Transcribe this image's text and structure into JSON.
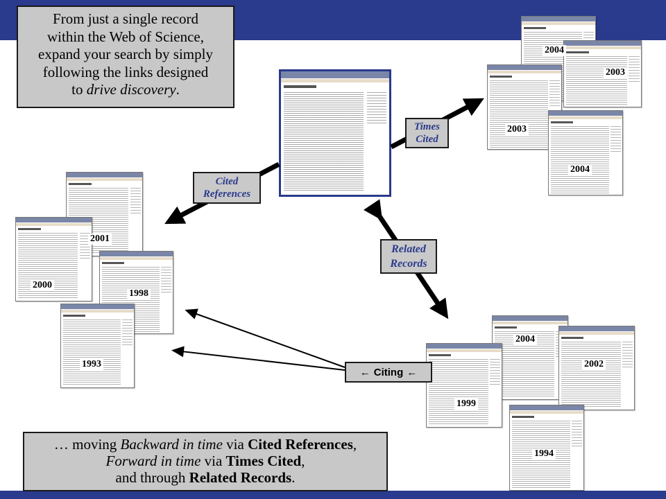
{
  "callouts": {
    "top": {
      "lines": [
        "From just a single record",
        "within the Web of Science,",
        "expand your search by simply",
        "following the links designed"
      ],
      "last_prefix": "to ",
      "last_italic": "drive discovery",
      "last_suffix": "."
    },
    "bottom": {
      "l1_prefix": "… moving ",
      "l1_italic": "Backward in time",
      "l1_mid": " via ",
      "l1_bold": "Cited References",
      "l1_suffix": ",",
      "l2_italic": "Forward in time",
      "l2_mid": " via ",
      "l2_bold": "Times Cited",
      "l2_suffix": ",",
      "l3_prefix": "and through ",
      "l3_bold": "Related Records",
      "l3_suffix": "."
    }
  },
  "labels": {
    "cited_references": [
      "Cited",
      "References"
    ],
    "times_cited": [
      "Times",
      "Cited"
    ],
    "related_records": [
      "Related",
      "Records"
    ],
    "citing": "Citing",
    "citing_icon": "left-arrow-icon"
  },
  "years": {
    "cited_2001": "2001",
    "cited_2000": "2000",
    "cited_1998": "1998",
    "cited_1993": "1993",
    "times_2004_a": "2004",
    "times_2003_a": "2003",
    "times_2003_b": "2003",
    "times_2004_b": "2004",
    "related_2004": "2004",
    "related_2002": "2002",
    "related_1999": "1999",
    "related_1994": "1994"
  },
  "colors": {
    "band": "#2a3a8c",
    "label_text": "#2a3a8c",
    "box_fill": "#c9c9c9",
    "arrow": "#000000"
  }
}
